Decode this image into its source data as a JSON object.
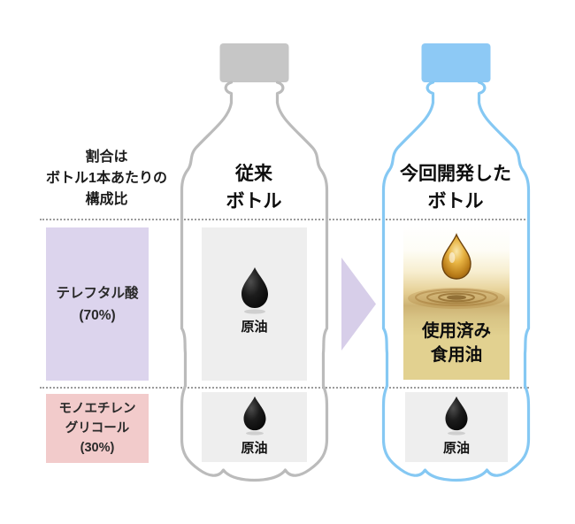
{
  "legend": {
    "note": "割合は\nボトル1本あたりの\n構成比",
    "components": [
      {
        "name": "terephthalic-acid",
        "label": "テレフタル酸\n(70%)",
        "percent": "70%",
        "color": "#DCD4ED"
      },
      {
        "name": "monoethylene-glycol",
        "label": "モノエチレン\nグリコール\n(30%)",
        "percent": "30%",
        "color": "#F2CBCB"
      }
    ]
  },
  "bottles": {
    "conventional": {
      "title": "従来\nボトル",
      "sections": [
        {
          "source": "原油"
        },
        {
          "source": "原油"
        }
      ]
    },
    "developed": {
      "title": "今回開発した\nボトル",
      "sections": [
        {
          "source": "使用済み\n食用油"
        },
        {
          "source": "原油"
        }
      ]
    }
  },
  "colors": {
    "gray_bottle_outline": "#BBBBBB",
    "gray_cap": "#C6C6C6",
    "blue_bottle_outline": "#85C8F3",
    "blue_cap": "#8DC9F5",
    "purple_box": "#DCD4ED",
    "pink_box": "#F2CBCB",
    "gray_section": "#EEEEEE",
    "gold_section": "#E2D190",
    "arrow": "#D7CEE9"
  }
}
